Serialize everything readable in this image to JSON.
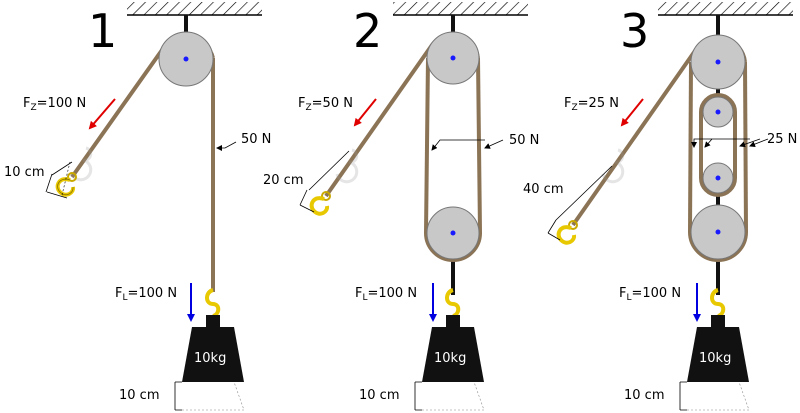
{
  "colors": {
    "rope": "#8b7355",
    "pulley": "#c8c8c8",
    "axle": "#1a1aff",
    "hook": "#f0d000",
    "force_applied": "#e00000",
    "force_load": "#0000e0",
    "weight": "#111111"
  },
  "panels": [
    {
      "number": "1",
      "fz_sym": "F",
      "fz_sub": "Z",
      "fz_val": "=100 N",
      "tension": "50 N",
      "pull_dist": "10 cm",
      "fl_sym": "F",
      "fl_sub": "L",
      "fl_val": "=100 N",
      "weight": "10kg",
      "lift_dist": "10 cm"
    },
    {
      "number": "2",
      "fz_sym": "F",
      "fz_sub": "Z",
      "fz_val": "=50 N",
      "tension": "50 N",
      "pull_dist": "20 cm",
      "fl_sym": "F",
      "fl_sub": "L",
      "fl_val": "=100 N",
      "weight": "10kg",
      "lift_dist": "10 cm"
    },
    {
      "number": "3",
      "fz_sym": "F",
      "fz_sub": "Z",
      "fz_val": "=25 N",
      "tension": "25 N",
      "pull_dist": "40 cm",
      "fl_sym": "F",
      "fl_sub": "L",
      "fl_val": "=100 N",
      "weight": "10kg",
      "lift_dist": "10 cm"
    }
  ]
}
